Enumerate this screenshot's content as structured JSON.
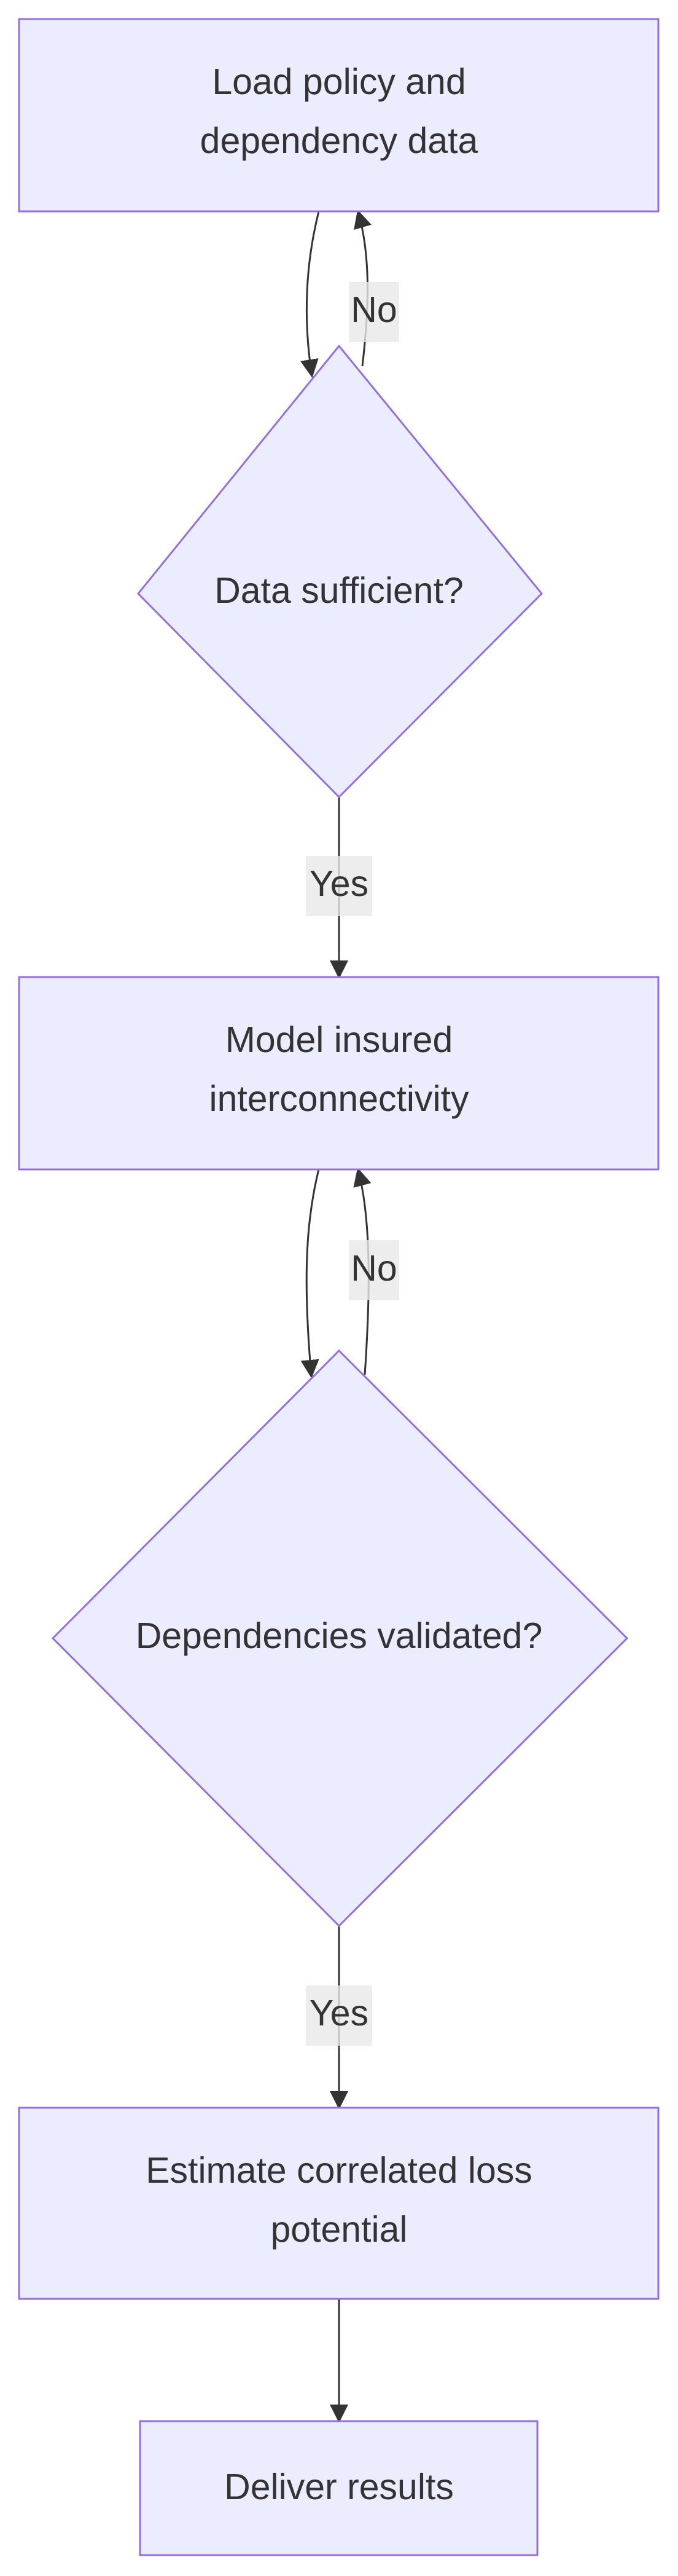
{
  "colors": {
    "node_fill": "#ececff",
    "node_stroke": "#9370db",
    "edge": "#333333",
    "text": "#333333",
    "edge_label_bg": "#e8e8e8"
  },
  "nodes": {
    "load_data": {
      "line1": "Load policy and",
      "line2": "dependency data"
    },
    "data_sufficient": {
      "label": "Data sufficient?"
    },
    "model_interconnectivity": {
      "line1": "Model insured",
      "line2": "interconnectivity"
    },
    "dependencies_validated": {
      "label": "Dependencies validated?"
    },
    "estimate_loss": {
      "line1": "Estimate correlated loss",
      "line2": "potential"
    },
    "deliver_results": {
      "label": "Deliver results"
    }
  },
  "edges": {
    "data_sufficient_no": "No",
    "data_sufficient_yes": "Yes",
    "dependencies_validated_no": "No",
    "dependencies_validated_yes": "Yes"
  }
}
